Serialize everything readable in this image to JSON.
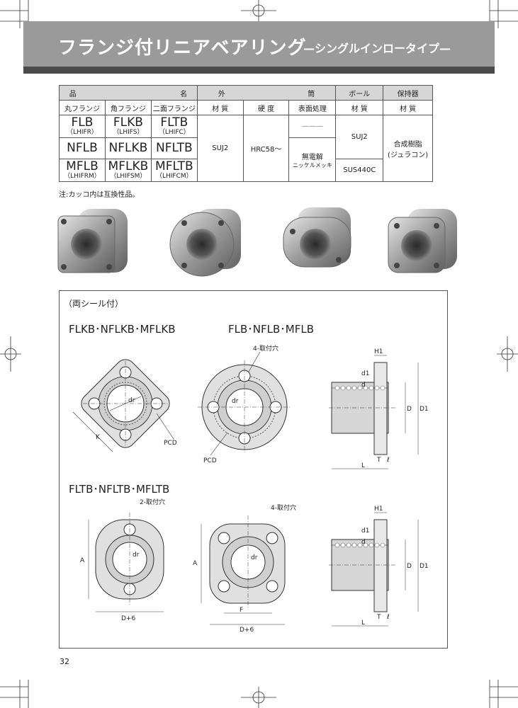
{
  "header": {
    "title": "フランジ付リニアベアリング",
    "subtitle": "—シングルインロータイプ—"
  },
  "table": {
    "top_headers": [
      "品",
      "名",
      "外",
      "筒",
      "ボール",
      "保持器"
    ],
    "sub_headers": [
      "丸フランジ",
      "角フランジ",
      "二面フランジ",
      "材 質",
      "硬 度",
      "表面処理",
      "材 質",
      "材 質"
    ],
    "rows": [
      {
        "round": "FLB",
        "round_alt": "（LHIFR）",
        "square": "FLKB",
        "square_alt": "（LHIFS）",
        "twoface": "FLTB",
        "twoface_alt": "（LHIFC）"
      },
      {
        "round": "NFLB",
        "square": "NFLKB",
        "twoface": "NFLTB"
      },
      {
        "round": "MFLB",
        "round_alt": "（LHIFRM）",
        "square": "MFLKB",
        "square_alt": "（LHIFSM）",
        "twoface": "MFLTB",
        "twoface_alt": "（LHIFCM）"
      }
    ],
    "outer_material": "SUJ2",
    "hardness": "HRC58～",
    "surface_none": "———",
    "surface_plating": "無電解",
    "surface_plating_sub": "ニッケルメッキ",
    "ball_material_1": "SUJ2",
    "ball_material_2": "SUS440C",
    "retainer_material": "合成樹脂",
    "retainer_material_sub": "(ジュラコン)"
  },
  "note": "注:カッコ内は互換性品。",
  "drawings": {
    "seal_note": "（両シール付）",
    "group1_left": "FLKB･NFLKB･MFLKB",
    "group1_right": "FLB･NFLB･MFLB",
    "group2": "FLTB･NFLTB･MFLTB",
    "lbl_4holes": "4-取付穴",
    "lbl_2holes": "2-取付穴",
    "lbl_pcd": "PCD",
    "lbl_dr": "dr",
    "lbl_k": "K",
    "lbl_a": "A",
    "lbl_f": "F",
    "lbl_d6": "D+6",
    "lbl_h1": "H1",
    "lbl_d1": "d1",
    "lbl_d": "d",
    "lbl_D": "D",
    "lbl_D1": "D1",
    "lbl_T": "T",
    "lbl_l": "ℓ",
    "lbl_L": "L"
  },
  "page_number": "32"
}
